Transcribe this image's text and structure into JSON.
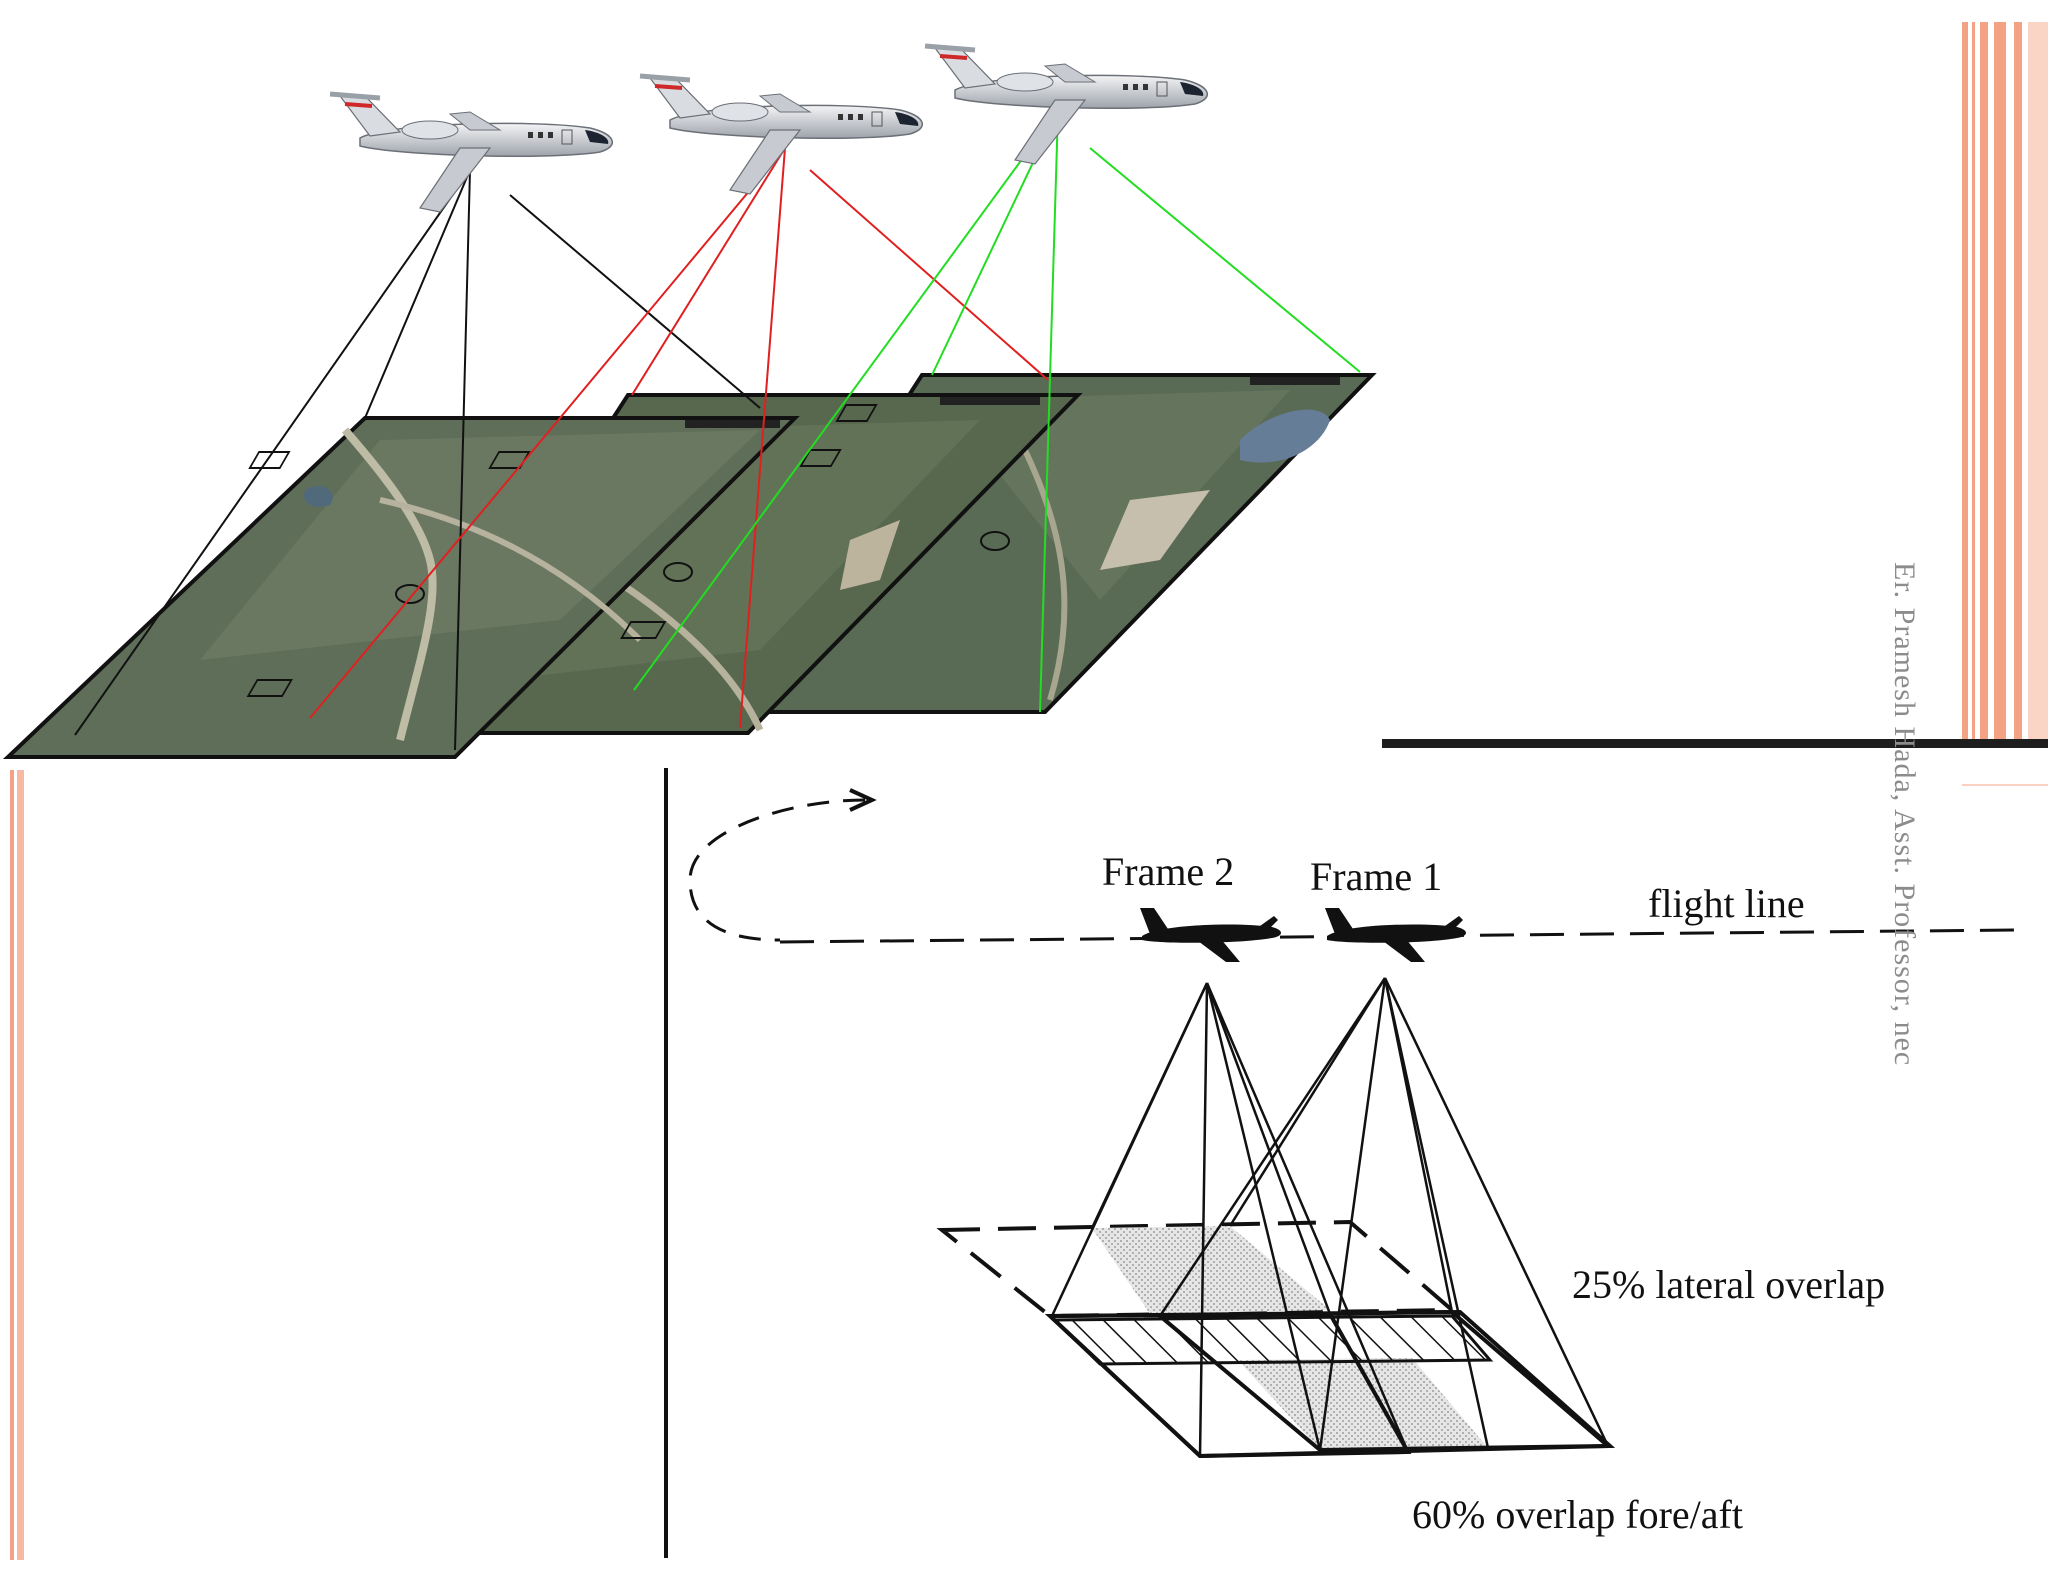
{
  "slide": {
    "credit": "Er. Pramesh Hada, Asst. Professor, nec",
    "colors": {
      "accent_stripe": "#f4a284",
      "divider": "#1e1e1e",
      "ray_photo1": "#111111",
      "ray_photo2": "#e02020",
      "ray_photo3": "#22dd22",
      "aerial_terrain": "#5f6e58",
      "overlap_fill": "#cfcfcf"
    }
  },
  "aerial_photo_diagram": {
    "icons": [
      "airplane-icon",
      "airplane-icon",
      "airplane-icon"
    ]
  },
  "overlap_diagram": {
    "frame2_label": "Frame 2",
    "frame1_label": "Frame 1",
    "flight_line_label": "flight line",
    "lateral_overlap_label": "25% lateral overlap",
    "foreaft_overlap_label": "60% overlap fore/aft",
    "icons": [
      "airplane-silhouette-icon",
      "airplane-silhouette-icon",
      "dashed-turn-arrow-icon"
    ]
  }
}
